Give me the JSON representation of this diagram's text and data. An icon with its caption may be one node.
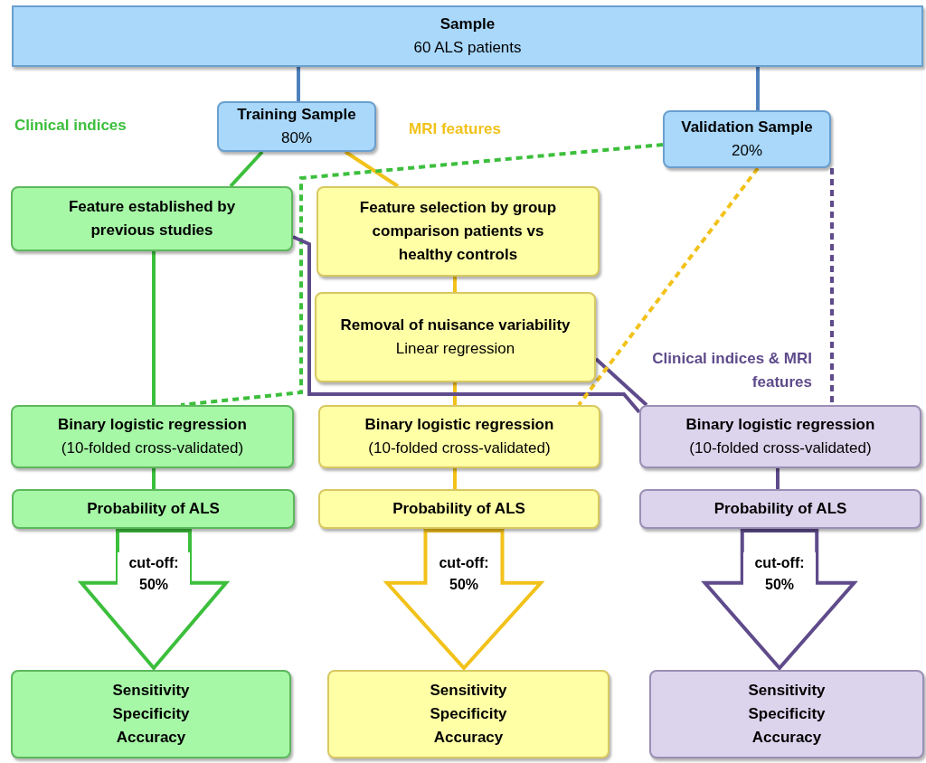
{
  "diagram": {
    "nodes": [
      {
        "text": [
          "Sample",
          "60 ALS patients"
        ]
      },
      {
        "text": [
          "Training Sample",
          "80%"
        ]
      },
      {
        "text": [
          "Validation Sample",
          "20%"
        ]
      },
      {
        "text": [
          "Feature established by previous studies"
        ]
      },
      {
        "text": [
          "Feature selection by group comparison patients vs healthy controls"
        ]
      },
      {
        "text": [
          "Removal of nuisance variability",
          "Linear regression"
        ]
      },
      {
        "text": [
          "Binary logistic regression",
          "(10-folded cross-validated)"
        ]
      },
      {
        "text": [
          "Binary logistic regression",
          "(10-folded cross-validated)"
        ]
      },
      {
        "text": [
          "Binary logistic regression",
          "(10-folded cross-validated)"
        ]
      },
      {
        "text": [
          "Probability of ALS"
        ]
      },
      {
        "text": [
          "Probability of ALS"
        ]
      },
      {
        "text": [
          "Probability of ALS"
        ]
      },
      {
        "text": [
          "Sensitivity",
          "Specificity",
          "Accuracy"
        ]
      },
      {
        "text": [
          "Sensitivity",
          "Specificity",
          "Accuracy"
        ]
      },
      {
        "text": [
          "Sensitivity",
          "Specificity",
          "Accuracy"
        ]
      }
    ],
    "edges": [
      {
        "from": 0,
        "to": 1,
        "arrow": "none",
        "color": "#4f81bd"
      },
      {
        "from": 0,
        "to": 2,
        "arrow": "none",
        "color": "#4f81bd"
      },
      {
        "from": 1,
        "to": 3,
        "arrow": "none",
        "color": "#3cbf3c"
      },
      {
        "from": 1,
        "to": 4,
        "arrow": "none",
        "color": "#f2c21a"
      },
      {
        "from": 3,
        "to": 6,
        "arrow": "none",
        "color": "#3cbf3c"
      },
      {
        "from": 2,
        "to": 6,
        "arrow": "none",
        "style": "dashed",
        "color": "#3cbf3c"
      },
      {
        "from": 4,
        "to": 5,
        "arrow": "none",
        "color": "#f2c21a"
      },
      {
        "from": 5,
        "to": 7,
        "arrow": "none",
        "color": "#f2c21a"
      },
      {
        "from": 3,
        "to": 8,
        "arrow": "none",
        "color": "#5f4b8b"
      },
      {
        "from": 5,
        "to": 8,
        "arrow": "none",
        "color": "#5f4b8b"
      },
      {
        "from": 2,
        "to": 7,
        "arrow": "none",
        "style": "dashed",
        "color": "#f2c21a"
      },
      {
        "from": 2,
        "to": 8,
        "arrow": "none",
        "style": "dashed",
        "color": "#5f4b8b"
      },
      {
        "from": 6,
        "to": 9,
        "arrow": "none",
        "color": "#3cbf3c"
      },
      {
        "from": 7,
        "to": 10,
        "arrow": "none",
        "color": "#f2c21a"
      },
      {
        "from": 8,
        "to": 11,
        "arrow": "none",
        "color": "#5f4b8b"
      },
      {
        "from": 9,
        "to": 12,
        "arrow": "to",
        "label": "cut-off: 50%",
        "color": "#3cbf3c"
      },
      {
        "from": 10,
        "to": 13,
        "arrow": "to",
        "label": "cut-off: 50%",
        "color": "#f2c21a"
      },
      {
        "from": 11,
        "to": 14,
        "arrow": "to",
        "label": "cut-off: 50%",
        "color": "#5f4b8b"
      }
    ],
    "labels": [
      "Clinical indices",
      "MRI features",
      "Clinical indices & MRI features"
    ]
  }
}
